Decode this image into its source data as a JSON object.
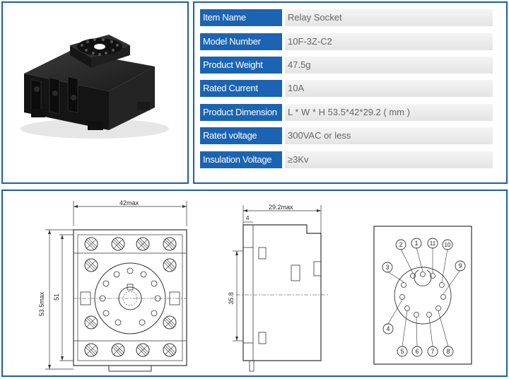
{
  "specs": [
    {
      "label": "Item Name",
      "value": "Relay Socket"
    },
    {
      "label": "Model Number",
      "value": "10F-3Z-C2"
    },
    {
      "label": "Product Weight",
      "value": "47.5g"
    },
    {
      "label": "Rated Current",
      "value": "10A"
    },
    {
      "label": "Product Dimension",
      "value": "L * W * H    53.5*42*29.2 ( mm )"
    },
    {
      "label": "Rated voltage",
      "value": "300VAC or less"
    },
    {
      "label": "Insulation Voltage",
      "value": "≥3Kv"
    }
  ],
  "drawing": {
    "front_width": "42max",
    "front_height_max": "53.5max",
    "front_height": "51",
    "side_depth": "29.2max",
    "side_small": "4",
    "side_height": "35.8",
    "pins": [
      "1",
      "2",
      "3",
      "4",
      "5",
      "6",
      "7",
      "8",
      "9",
      "10",
      "11"
    ]
  },
  "colors": {
    "accent": "#1b64b3",
    "border": "#1b5fa8"
  }
}
